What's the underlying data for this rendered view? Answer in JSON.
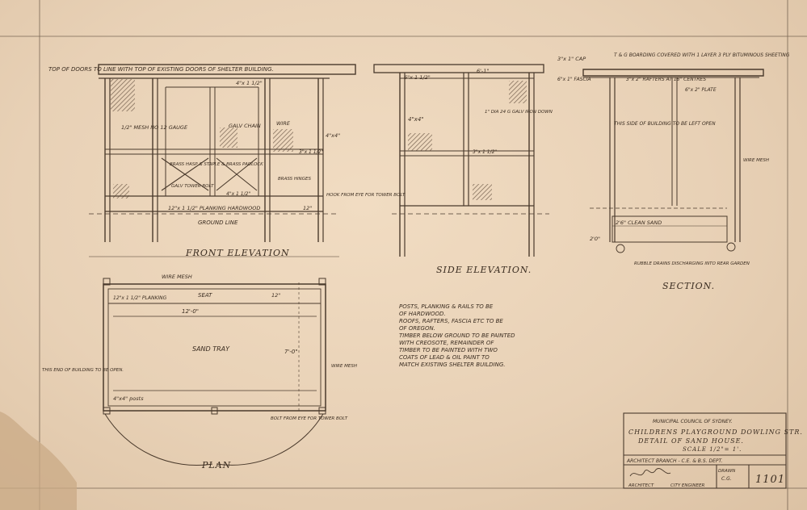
{
  "views": {
    "front": {
      "title": "FRONT ELEVATION",
      "notes": [
        "TOP OF DOORS TO LINE WITH TOP OF EXISTING DOORS OF SHELTER BUILDING.",
        "1/2\" MESH  NO 12 GAUGE",
        "GALV CHAIN",
        "WIRE",
        "4\"x 1 1/2\"",
        "4\"x4\"",
        "BRASS HASP & STAPLE & BRASS PADLOCK",
        "GALV TOWER BOLT",
        "BRASS HINGES",
        "3\"x 1 1/2\"",
        "4\"x 1 1/2\"",
        "HOOK FROM EYE FOR TOWER BOLT",
        "12\"x 1 1/2\" PLANKING HARDWOOD",
        "12\"",
        "GROUND LINE"
      ]
    },
    "side": {
      "title": "SIDE ELEVATION.",
      "notes": [
        "6\"x 1 1/2\"",
        "6'-1\"",
        "4\"x4\"",
        "1\" DIA 24 G GALV IRON DOWN",
        "3\"x 1 1/2\""
      ]
    },
    "section": {
      "title": "SECTION.",
      "notes": [
        "3\"x 1\" CAP",
        "T & G BOARDING COVERED WITH 1 LAYER 3 PLY BITUMINOUS SHEETING",
        "6\"x 1\" FASCIA",
        "3\"x 2\" RAFTERS AT 18\" CENTRES",
        "6\"x 2\" PLATE",
        "THIS SIDE OF BUILDING TO BE LEFT OPEN",
        "WIRE MESH",
        "2'6\" CLEAN SAND",
        "2'0\"",
        "RUBBLE DRAINS DISCHARGING INTO REAR GARDEN"
      ]
    },
    "plan": {
      "title": "PLAN",
      "notes": [
        "WIRE MESH",
        "12\"x 1 1/2\" PLANKING",
        "SEAT",
        "12\"",
        "12'-0\"",
        "SAND TRAY",
        "7'-0\"",
        "THIS END OF BUILDING TO BE OPEN.",
        "WIRE MESH",
        "4\"x4\" posts",
        "BOLT FROM EYE FOR TOWER BOLT"
      ]
    }
  },
  "general_notes": [
    "POSTS, PLANKING & RAILS TO BE",
    "OF HARDWOOD.",
    "ROOFS, RAFTERS, FASCIA ETC TO BE",
    "OF OREGON.",
    "TIMBER BELOW GROUND TO BE PAINTED",
    "WITH CREOSOTE, REMAINDER OF",
    "TIMBER TO BE PAINTED WITH TWO",
    "COATS OF LEAD & OIL PAINT TO",
    "MATCH EXISTING SHELTER BUILDING."
  ],
  "title_block": {
    "authority": "MUNICIPAL COUNCIL OF SYDNEY.",
    "line1": "CHILDRENS PLAYGROUND DOWLING STR.",
    "line2": "DETAIL OF SAND HOUSE.",
    "scale": "SCALE 1/2\"= 1'.",
    "branch": "ARCHITECT BRANCH - C.E. & B.S. DEPT.",
    "drawn_label": "DRAWN",
    "drawn_value": "C.G.",
    "architect_label": "ARCHITECT",
    "engineer_label": "CITY ENGINEER",
    "sheet_no": "1101"
  }
}
